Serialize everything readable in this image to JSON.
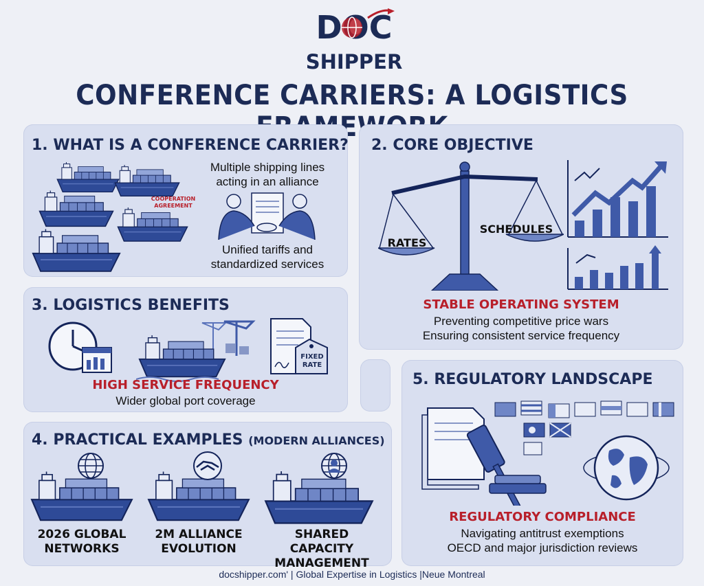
{
  "logo": {
    "line1": "DOC",
    "line2": "SHIPPER"
  },
  "title": "CONFERENCE CARRIERS: A LOGISTICS FRAMEWORK",
  "sections": {
    "s1": {
      "heading": "1. WHAT IS A CONFERENCE CARRIER?",
      "tag": "COOPERATION AGREEMENT",
      "text1": [
        "Multiple shipping lines",
        "acting in an alliance"
      ],
      "text2": [
        "Unified tariffs and",
        "standardized services"
      ]
    },
    "s2": {
      "heading": "2. CORE OBJECTIVE",
      "pan_left": "RATES",
      "pan_right": "SCHEDULES",
      "highlight": "STABLE OPERATING SYSTEM",
      "lines": [
        "Preventing competitive price wars",
        "Ensuring consistent service frequency"
      ]
    },
    "s3": {
      "heading": "3. LOGISTICS BENEFITS",
      "tag": "FIXED RATE",
      "highlight": "HIGH SERVICE FREQUENCY",
      "line": "Wider global port coverage"
    },
    "s4": {
      "heading": "4. PRACTICAL EXAMPLES",
      "heading_suffix": "(MODERN ALLIANCES)",
      "items": [
        {
          "label": [
            "2026 GLOBAL",
            "NETWORKS"
          ],
          "icon": "globe-icon"
        },
        {
          "label": [
            "2M ALLIANCE",
            "EVOLUTION"
          ],
          "icon": "handshake-icon"
        },
        {
          "label": [
            "SHARED CAPACITY",
            "MANAGEMENT"
          ],
          "icon": "person-globe-icon"
        }
      ]
    },
    "s5": {
      "heading": "5. REGULATORY LANDSCAPE",
      "highlight": "REGULATORY COMPLIANCE",
      "lines": [
        "Navigating antitrust exemptions",
        "OECD and major jurisdiction reviews"
      ]
    }
  },
  "footer": "docshipper.com' | Global Expertise in Logistics |Neue Montreal",
  "colors": {
    "navy": "#1c2b56",
    "red": "#b81f2a",
    "panel": "#d9dff0",
    "blue": "#3f5aa8"
  }
}
